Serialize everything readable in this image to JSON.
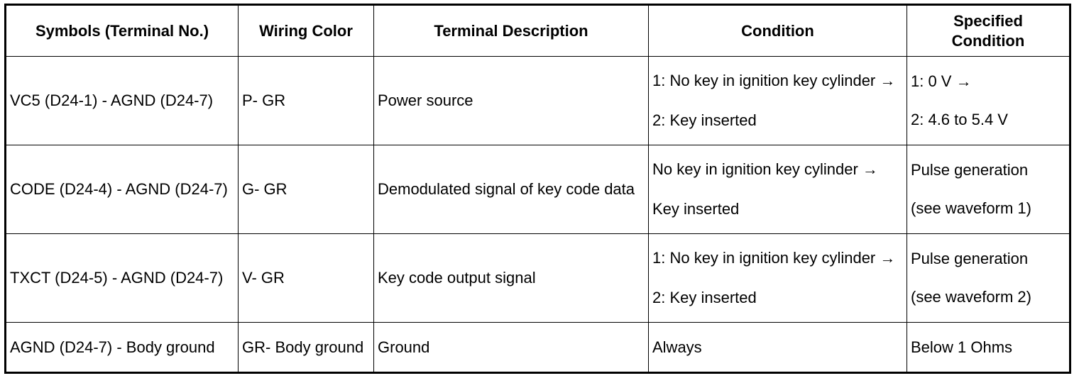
{
  "headers": {
    "symbols": "Symbols (Terminal No.)",
    "wiring": "Wiring Color",
    "description": "Terminal Description",
    "condition": "Condition",
    "specified_line1": "Specified",
    "specified_line2": "Condition"
  },
  "rows": [
    {
      "symbols": "VC5 (D24-1) - AGND (D24-7)",
      "wiring": "P- GR",
      "description": "Power source",
      "condition_1": "1: No key in ignition key cylinder →",
      "condition_2": "2: Key inserted",
      "spec_1": "1: 0 V →",
      "spec_2": "2: 4.6 to 5.4 V"
    },
    {
      "symbols": "CODE (D24-4) - AGND (D24-7)",
      "wiring": "G- GR",
      "description": "Demodulated signal of key code data",
      "condition_1": "No key in ignition key cylinder →",
      "condition_2": "Key inserted",
      "spec_1": "Pulse generation",
      "spec_2": "(see waveform 1)"
    },
    {
      "symbols": "TXCT (D24-5) - AGND (D24-7)",
      "wiring": "V- GR",
      "description": "Key code output signal",
      "condition_1": "1: No key in ignition key cylinder →",
      "condition_2": "2: Key inserted",
      "spec_1": "Pulse generation",
      "spec_2": "(see waveform 2)"
    },
    {
      "symbols": "AGND (D24-7) - Body ground",
      "wiring": "GR- Body ground",
      "description": "Ground",
      "condition_1": "Always",
      "spec_1": "Below 1 Ohms"
    }
  ]
}
